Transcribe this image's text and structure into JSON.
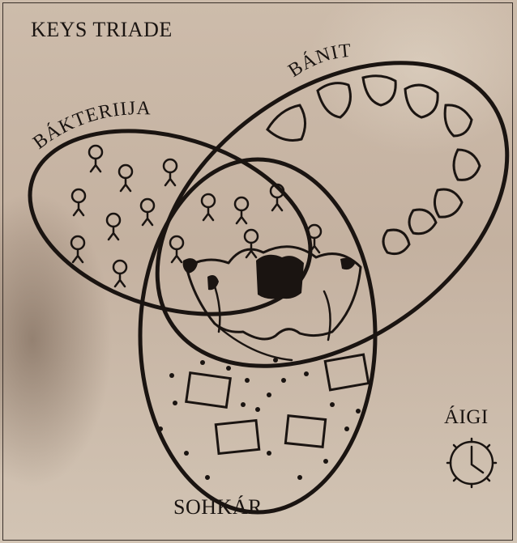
{
  "title": "KEYS TRIADE",
  "sets": {
    "bacteria": "BÁKTERIIJA",
    "bone": "BÁNIT",
    "sugar": "SOHKÁR"
  },
  "time": {
    "label": "ÁIGI",
    "icon": "clock-icon"
  },
  "colors": {
    "ink": "#1a1411",
    "background": "#c4b1a0"
  }
}
